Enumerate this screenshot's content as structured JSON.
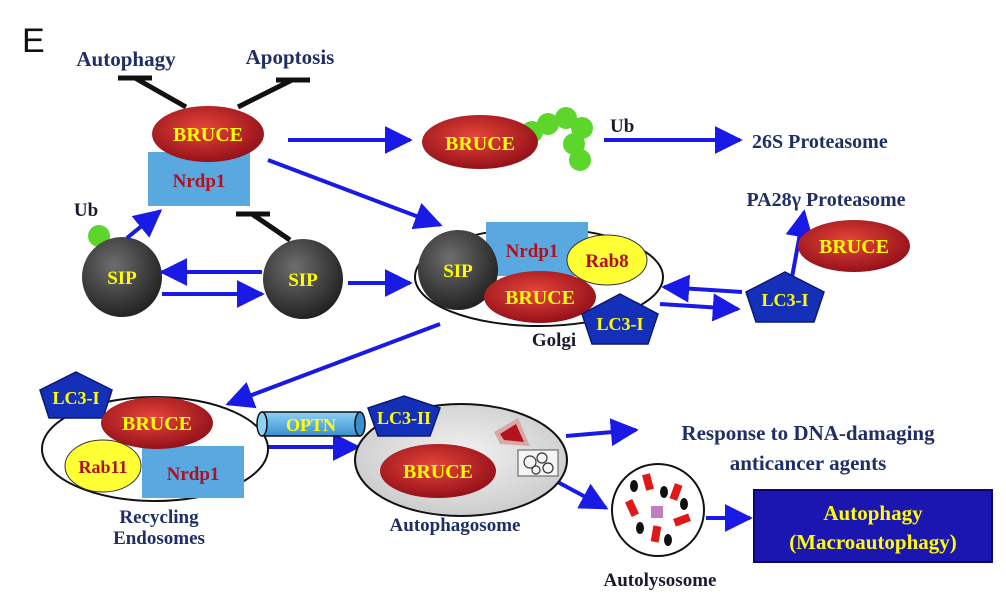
{
  "panel_letter": "E",
  "labels": {
    "autophagy": "Autophagy",
    "apoptosis": "Apoptosis",
    "ub": "Ub",
    "proteasome_26s": "26S Proteasome",
    "pa28_proteasome": "PA28γ Proteasome",
    "golgi": "Golgi",
    "recycling": "Recycling",
    "endosomes": "Endosomes",
    "autophagosome": "Autophagosome",
    "autolysosome": "Autolysosome",
    "response_line1": "Response to DNA-damaging",
    "response_line2": "anticancer agents",
    "outcome_line1": "Autophagy",
    "outcome_line2": "(Macroautophagy)"
  },
  "molecules": {
    "bruce": "BRUCE",
    "nrdp1": "Nrdp1",
    "sip": "SIP",
    "rab8": "Rab8",
    "rab11": "Rab11",
    "lc3_i": "LC3-I",
    "lc3_ii": "LC3-II",
    "optn": "OPTN"
  },
  "colors": {
    "arrow": "#1a1ae6",
    "inhibit": "#111111",
    "bruce_fill": "#b3121f",
    "nrdp1_fill": "#5aa8e0",
    "sip_fill": "#3a3a3a",
    "rab_fill": "#ffff33",
    "lc3_fill": "#1530b8",
    "ub_fill": "#5dd62c",
    "outcome_fill": "#1b16b0",
    "text_navy": "#1f2f66",
    "text_yellow": "#ffff00"
  }
}
